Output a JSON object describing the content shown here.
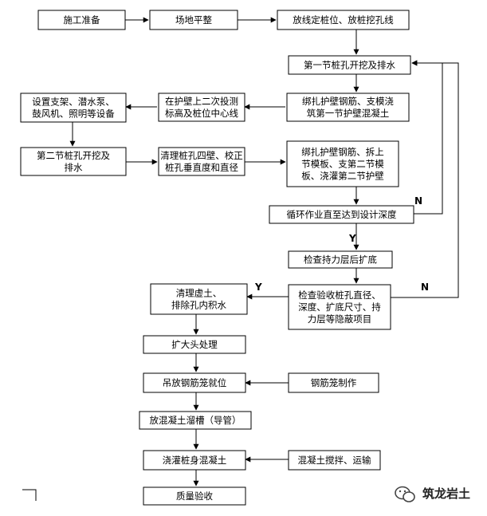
{
  "nodes": {
    "n1": {
      "lines": [
        "施工准备"
      ]
    },
    "n2": {
      "lines": [
        "场地平整"
      ]
    },
    "n3": {
      "lines": [
        "放线定桩位、放桩挖孔线"
      ]
    },
    "n4": {
      "lines": [
        "第一节桩孔开挖及排水"
      ]
    },
    "n5": {
      "lines": [
        "绑扎护壁钢筋、支模浇",
        "筑第一节护壁混凝土"
      ]
    },
    "n6": {
      "lines": [
        "在护壁上二次投测",
        "标高及桩位中心线"
      ]
    },
    "n7": {
      "lines": [
        "设置支架、潜水泵、",
        "鼓风机、照明等设备"
      ]
    },
    "n8": {
      "lines": [
        "第二节桩孔开挖及",
        "排水"
      ]
    },
    "n9": {
      "lines": [
        "清理桩孔四壁、校正",
        "桩孔垂直度和直径"
      ]
    },
    "n10": {
      "lines": [
        "绑扎护壁钢筋、拆上",
        "节模板、支第二节模",
        "板、浇灌第二节护壁"
      ]
    },
    "n11": {
      "lines": [
        "循环作业直至达到设计深度"
      ]
    },
    "n12": {
      "lines": [
        "检查持力层后扩底"
      ]
    },
    "n13": {
      "lines": [
        "检查验收桩孔直径、",
        "深度、扩底尺寸、持",
        "力层等隐蔽项目"
      ]
    },
    "n14": {
      "lines": [
        "清理虚土、",
        "排除孔内积水"
      ]
    },
    "n15": {
      "lines": [
        "扩大头处理"
      ]
    },
    "n16": {
      "lines": [
        "吊放钢筋笼就位"
      ]
    },
    "n17": {
      "lines": [
        "钢筋笼制作"
      ]
    },
    "n18": {
      "lines": [
        "放混凝土溜槽（导管）"
      ]
    },
    "n19": {
      "lines": [
        "浇灌桩身混凝土"
      ]
    },
    "n20": {
      "lines": [
        "混凝土搅拌、运输"
      ]
    },
    "n21": {
      "lines": [
        "质量验收"
      ]
    }
  },
  "edge_labels": {
    "loop_no": "N",
    "to_check_yes": "Y",
    "accept_yes": "Y",
    "accept_no": "N"
  },
  "watermark": {
    "text": "筑龙岩土",
    "icon": "wechat-icon"
  }
}
